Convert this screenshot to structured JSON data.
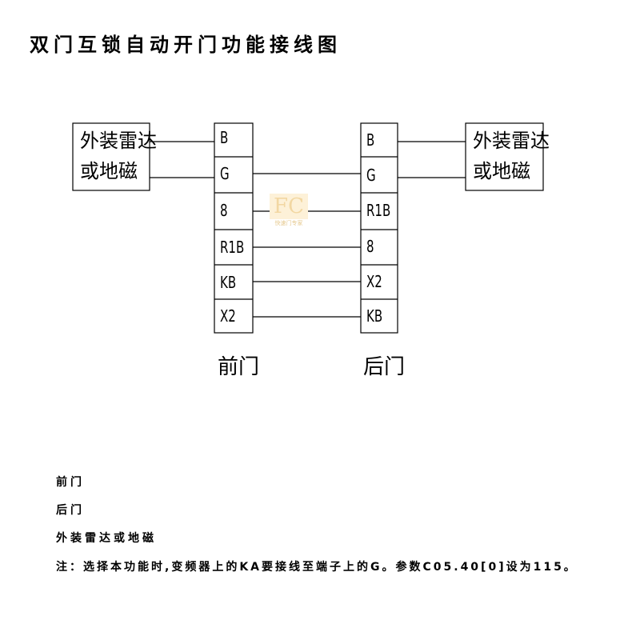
{
  "title": "双门互锁自动开门功能接线图",
  "left_sensor": [
    "外装雷达",
    "或地磁"
  ],
  "right_sensor": [
    "外装雷达",
    "或地磁"
  ],
  "front_door": {
    "label": "前门",
    "terminals": [
      "B",
      "G",
      "8",
      "R1B",
      "KB",
      "X2"
    ]
  },
  "rear_door": {
    "label": "后门",
    "terminals": [
      "B",
      "G",
      "R1B",
      "8",
      "X2",
      "KB"
    ]
  },
  "watermark": {
    "logo": "FC",
    "text": "快速门专家"
  },
  "notes": [
    "前门",
    "后门",
    "外装雷达或地磁",
    "注：选择本功能时,变频器上的KA要接线至端子上的G。参数C05.40[0]设为115。"
  ]
}
